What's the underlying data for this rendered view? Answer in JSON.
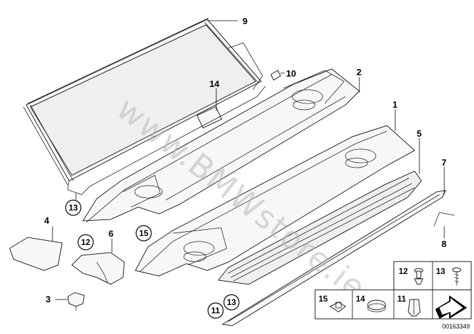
{
  "diagram": {
    "callouts": {
      "c1": "1",
      "c2": "2",
      "c3": "3",
      "c4": "4",
      "c5": "5",
      "c6": "6",
      "c7": "7",
      "c8": "8",
      "c9": "9",
      "c10": "10",
      "c11": "11",
      "c12": "12",
      "c13": "13",
      "c14": "14",
      "c15": "15"
    },
    "circled": {
      "left13": "13",
      "left12": "12",
      "left15": "15",
      "bottom11": "11",
      "bottom13": "13"
    },
    "legend": {
      "r1_a": "12",
      "r1_b": "13",
      "r2_a": "15",
      "r2_b": "14",
      "r2_c": "11"
    },
    "watermark": "www.BMWstore.ie",
    "reference_number": "00163349"
  }
}
